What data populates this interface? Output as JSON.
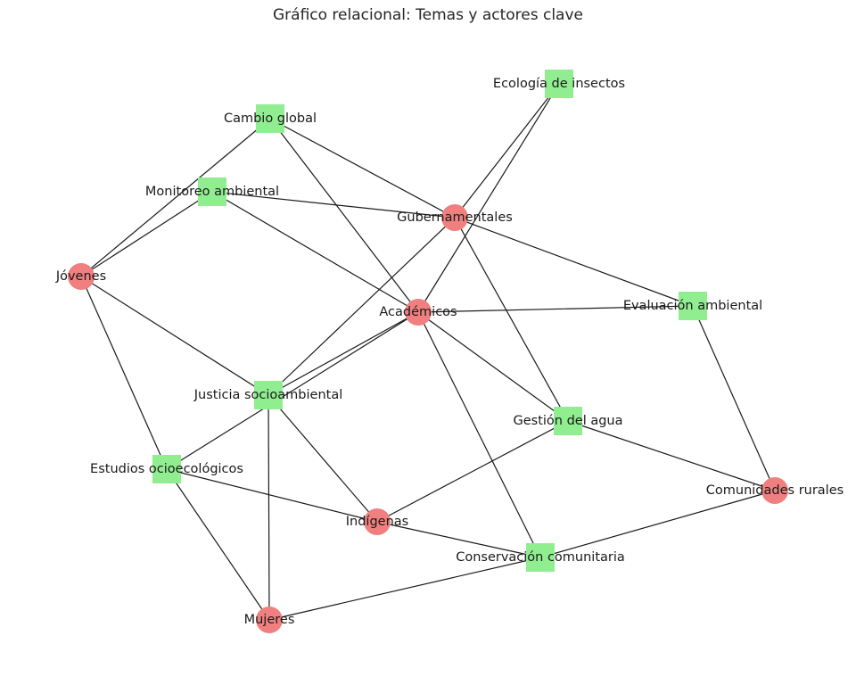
{
  "title": "Gráfico relacional: Temas y actores clave",
  "colors": {
    "actor": "#f08080",
    "theme": "#90ee90",
    "edge": "#1a1a1a"
  },
  "nodes": [
    {
      "id": "ecologia",
      "label": "Ecología de insectos",
      "kind": "theme"
    },
    {
      "id": "cambio",
      "label": "Cambio global",
      "kind": "theme"
    },
    {
      "id": "monitoreo",
      "label": "Monitoreo ambiental",
      "kind": "theme"
    },
    {
      "id": "guber",
      "label": "Gubernamentales",
      "kind": "actor"
    },
    {
      "id": "jovenes",
      "label": "Jóvenes",
      "kind": "actor"
    },
    {
      "id": "academicos",
      "label": "Académicos",
      "kind": "actor"
    },
    {
      "id": "evaluacion",
      "label": "Evaluación ambiental",
      "kind": "theme"
    },
    {
      "id": "justicia",
      "label": "Justicia socioambiental",
      "kind": "theme"
    },
    {
      "id": "agua",
      "label": "Gestión del agua",
      "kind": "theme"
    },
    {
      "id": "estudios",
      "label": "Estudios ocioecológicos",
      "kind": "theme"
    },
    {
      "id": "rurales",
      "label": "Comunidades rurales",
      "kind": "actor"
    },
    {
      "id": "indigenas",
      "label": "Indígenas",
      "kind": "actor"
    },
    {
      "id": "conservacion",
      "label": "Conservación comunitaria",
      "kind": "theme"
    },
    {
      "id": "mujeres",
      "label": "Mujeres",
      "kind": "actor"
    }
  ],
  "edges": [
    [
      "cambio",
      "guber"
    ],
    [
      "cambio",
      "academicos"
    ],
    [
      "cambio",
      "jovenes"
    ],
    [
      "monitoreo",
      "jovenes"
    ],
    [
      "monitoreo",
      "guber"
    ],
    [
      "monitoreo",
      "academicos"
    ],
    [
      "ecologia",
      "guber"
    ],
    [
      "ecologia",
      "academicos"
    ],
    [
      "guber",
      "evaluacion"
    ],
    [
      "guber",
      "agua"
    ],
    [
      "guber",
      "justicia"
    ],
    [
      "academicos",
      "evaluacion"
    ],
    [
      "academicos",
      "agua"
    ],
    [
      "academicos",
      "conservacion"
    ],
    [
      "academicos",
      "justicia"
    ],
    [
      "academicos",
      "estudios"
    ],
    [
      "jovenes",
      "justicia"
    ],
    [
      "jovenes",
      "estudios"
    ],
    [
      "justicia",
      "indigenas"
    ],
    [
      "justicia",
      "mujeres"
    ],
    [
      "estudios",
      "indigenas"
    ],
    [
      "estudios",
      "mujeres"
    ],
    [
      "agua",
      "indigenas"
    ],
    [
      "agua",
      "rurales"
    ],
    [
      "evaluacion",
      "rurales"
    ],
    [
      "indigenas",
      "conservacion"
    ],
    [
      "conservacion",
      "rurales"
    ],
    [
      "conservacion",
      "mujeres"
    ]
  ]
}
